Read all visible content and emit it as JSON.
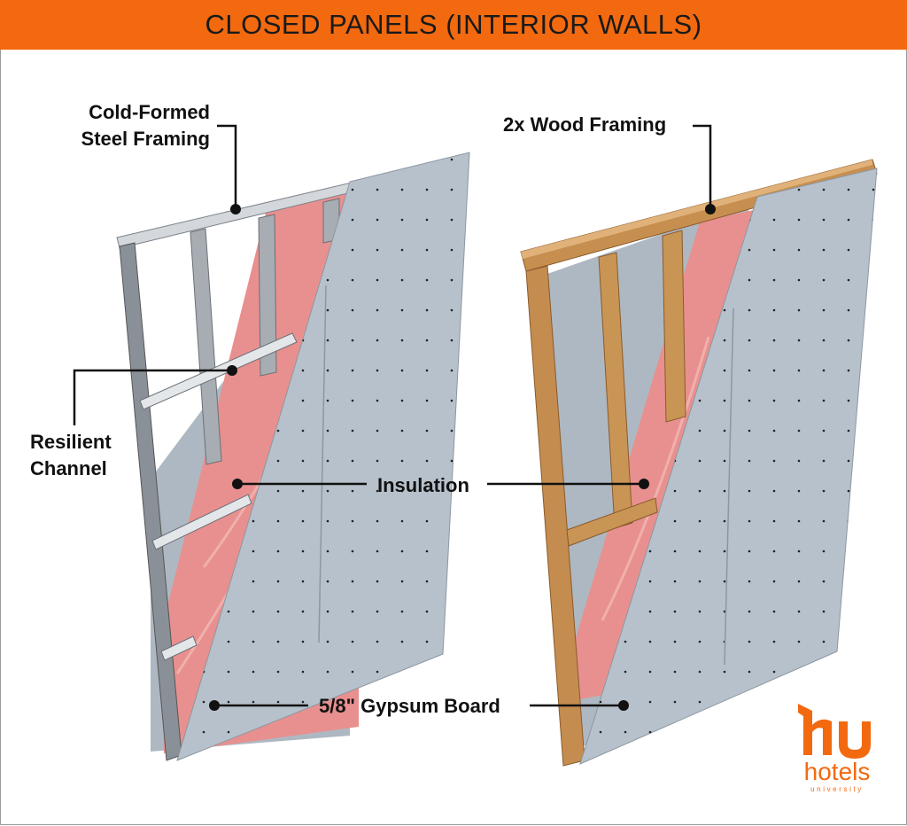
{
  "title": "CLOSED PANELS (INTERIOR WALLS)",
  "colors": {
    "banner": "#f2690f",
    "gypsum": "#b8c2cc",
    "insulation": "#e88b8b",
    "steel": "#9aa0a6",
    "wood": "#c9955a",
    "text": "#111111"
  },
  "labels": {
    "steel_framing_line1": "Cold-Formed",
    "steel_framing_line2": "Steel Framing",
    "wood_framing": "2x Wood Framing",
    "resilient_line1": "Resilient",
    "resilient_line2": "Channel",
    "insulation": "Insulation",
    "gypsum": "5/8\" Gypsum Board"
  },
  "logo": {
    "mark": "hu-logo-mark",
    "word": "hotels",
    "sub": "university"
  }
}
